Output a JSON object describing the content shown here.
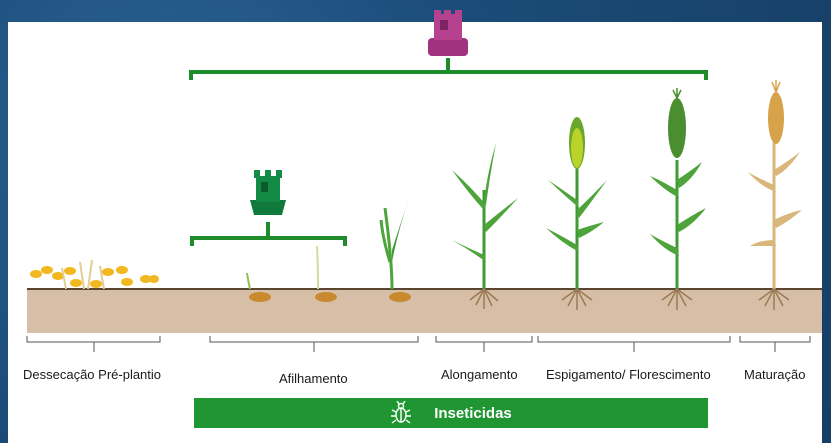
{
  "stages": [
    {
      "id": "dessecacao",
      "label": "Dessecação Pré-plantio"
    },
    {
      "id": "afilhamento",
      "label": "Afilhamento"
    },
    {
      "id": "alongamento",
      "label": "Alongamento"
    },
    {
      "id": "espigamento",
      "label": "Espigamento/ Florescimento"
    },
    {
      "id": "maturacao",
      "label": "Maturação"
    }
  ],
  "banner": {
    "label": "Inseticidas",
    "icon": "beetle-icon"
  },
  "colors": {
    "background": "#1d4f7e",
    "bracket_green": "#1e8c2a",
    "banner_green": "#1f9631",
    "soil": "#d6bfa6",
    "nozzle_purple": "#a0337f",
    "nozzle_green": "#0f7a3c"
  }
}
